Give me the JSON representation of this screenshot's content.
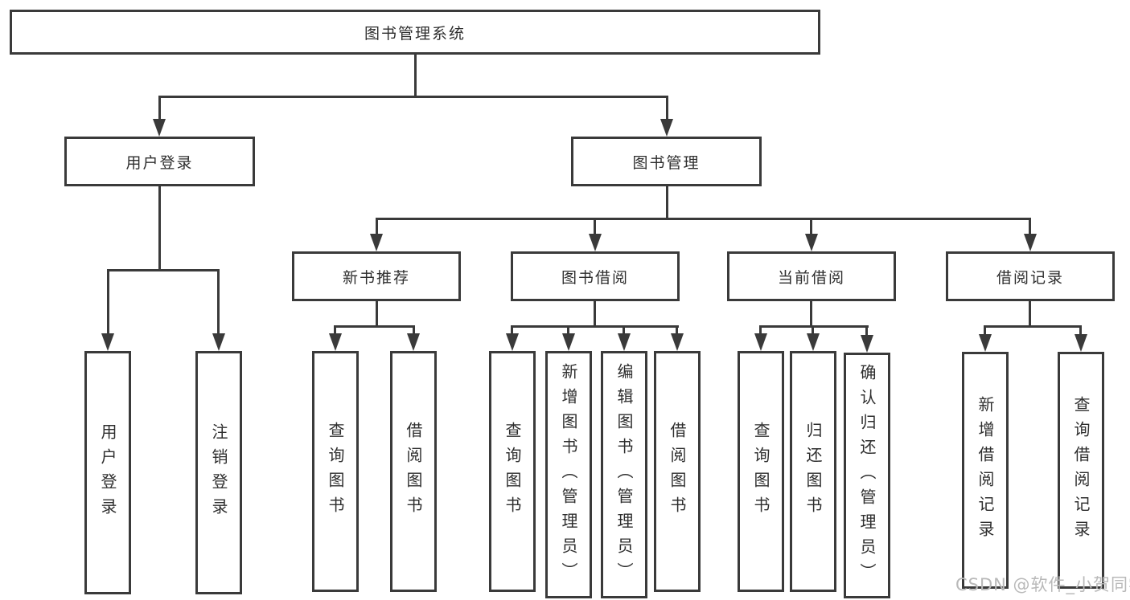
{
  "diagram": {
    "type": "tree",
    "colors": {
      "line": "#3a3a3a",
      "text": "#2e2e2e",
      "background": "#ffffff",
      "watermark": "#b9b9b9"
    },
    "root": {
      "label": "图书管理系统",
      "children": [
        {
          "label": "用户登录",
          "children": [
            {
              "label": "用户登录"
            },
            {
              "label": "注销登录"
            }
          ]
        },
        {
          "label": "图书管理",
          "children": [
            {
              "label": "新书推荐",
              "children": [
                {
                  "label": "查询图书"
                },
                {
                  "label": "借阅图书"
                }
              ]
            },
            {
              "label": "图书借阅",
              "children": [
                {
                  "label": "查询图书"
                },
                {
                  "label": "新增图书（管理员）"
                },
                {
                  "label": "编辑图书（管理员）"
                },
                {
                  "label": "借阅图书"
                }
              ]
            },
            {
              "label": "当前借阅",
              "children": [
                {
                  "label": "查询图书"
                },
                {
                  "label": "归还图书"
                },
                {
                  "label": "确认归还（管理员）"
                }
              ]
            },
            {
              "label": "借阅记录",
              "children": [
                {
                  "label": "新增借阅记录"
                },
                {
                  "label": "查询借阅记录"
                }
              ]
            }
          ]
        }
      ]
    }
  },
  "watermark": {
    "text": "CSDN @软件_小贺同学"
  }
}
